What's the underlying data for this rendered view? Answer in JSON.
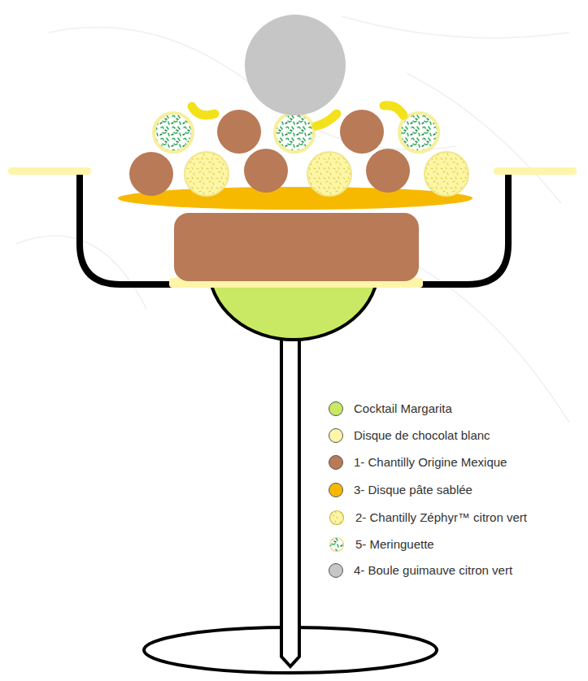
{
  "diagram": {
    "legend": [
      {
        "text": "Cocktail Margarita",
        "color": "#c9e964"
      },
      {
        "text": "Disque de chocolat blanc",
        "color": "#fdf5a9"
      },
      {
        "text": "1- Chantilly Origine Mexique",
        "color": "#b97a57"
      },
      {
        "text": "3- Disque pâte sablée",
        "color": "#f7b900"
      },
      {
        "text": "2- Chantilly Zéphyr™ citron vert"
      },
      {
        "text": "5- Meringuette"
      },
      {
        "text": "4- Boule guimauve citron vert",
        "color": "#c6c6c6"
      }
    ]
  }
}
